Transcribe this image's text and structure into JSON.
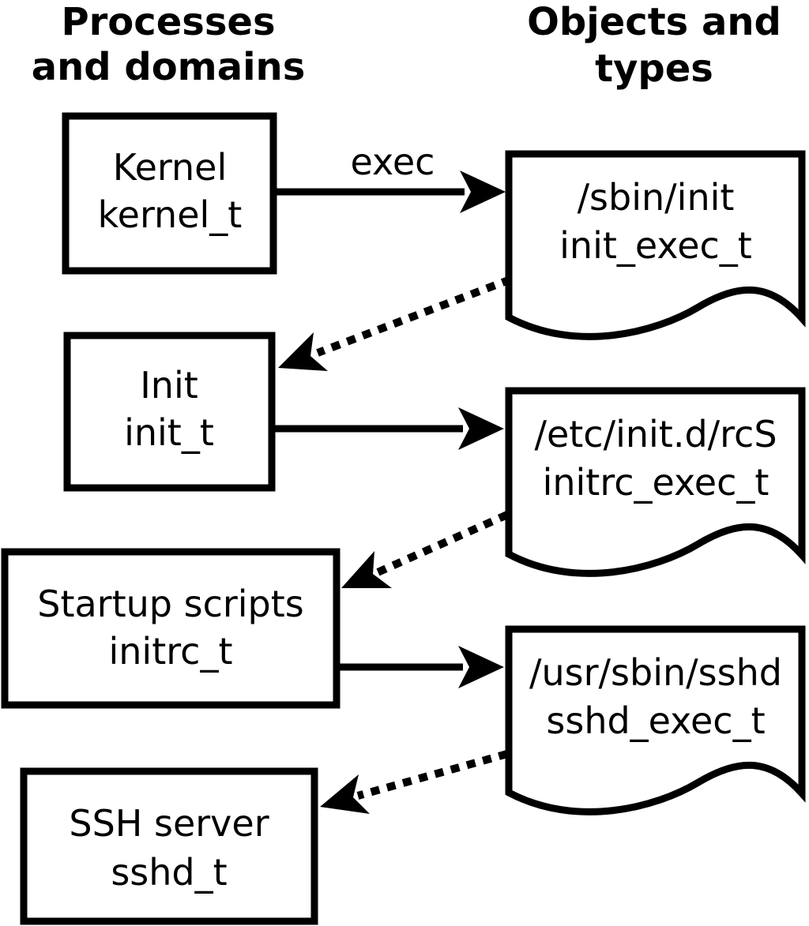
{
  "diagram": {
    "title_columns": {
      "left_line1": "Processes",
      "left_line2": "and domains",
      "right_line1": "Objects and",
      "right_line2": "types"
    },
    "processes": [
      {
        "name": "Kernel",
        "domain": "kernel_t"
      },
      {
        "name": "Init",
        "domain": "init_t"
      },
      {
        "name": "Startup scripts",
        "domain": "initrc_t"
      },
      {
        "name": "SSH server",
        "domain": "sshd_t"
      }
    ],
    "objects": [
      {
        "path": "/sbin/init",
        "type": "init_exec_t"
      },
      {
        "path": "/etc/init.d/rcS",
        "type": "initrc_exec_t"
      },
      {
        "path": "/usr/sbin/sshd",
        "type": "sshd_exec_t"
      }
    ],
    "arrow_label": "exec",
    "edges": [
      {
        "from": "Kernel kernel_t",
        "to": "/sbin/init init_exec_t",
        "style": "solid",
        "label": "exec"
      },
      {
        "from": "/sbin/init init_exec_t",
        "to": "Init init_t",
        "style": "dotted",
        "label": ""
      },
      {
        "from": "Init init_t",
        "to": "/etc/init.d/rcS initrc_exec_t",
        "style": "solid",
        "label": ""
      },
      {
        "from": "/etc/init.d/rcS initrc_exec_t",
        "to": "Startup scripts initrc_t",
        "style": "dotted",
        "label": ""
      },
      {
        "from": "Startup scripts initrc_t",
        "to": "/usr/sbin/sshd sshd_exec_t",
        "style": "solid",
        "label": ""
      },
      {
        "from": "/usr/sbin/sshd sshd_exec_t",
        "to": "SSH server sshd_t",
        "style": "dotted",
        "label": ""
      }
    ],
    "colors": {
      "line": "#000000",
      "background": "#ffffff",
      "shape_fill": "#ffffff"
    }
  }
}
